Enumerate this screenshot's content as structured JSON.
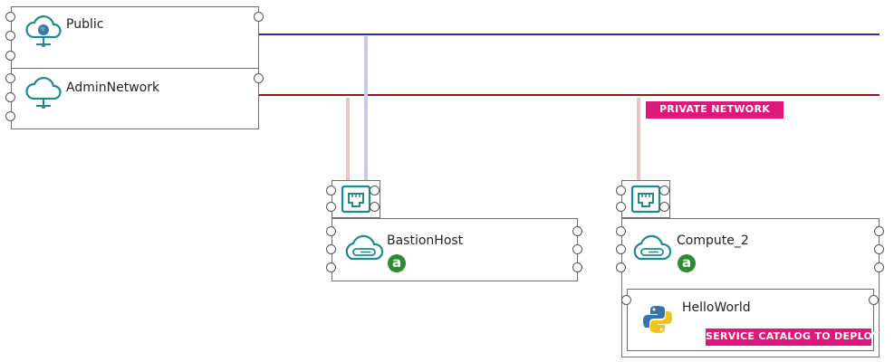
{
  "networks": {
    "public": {
      "label": "Public",
      "color": "#2b2c9e",
      "link_color": "#c9c9e9"
    },
    "admin": {
      "label": "AdminNetwork",
      "color": "#8b1a1a",
      "link_color": "#e9c4c4"
    }
  },
  "tags": {
    "private_network": "PRIVATE NETWORK",
    "service_catalog": "SERVICE CATALOG TO DEPLOY"
  },
  "computes": {
    "bastion": {
      "label": "BastionHost",
      "badge": "a"
    },
    "compute2": {
      "label": "Compute_2",
      "badge": "a"
    }
  },
  "software": {
    "helloworld": {
      "label": "HelloWorld"
    }
  },
  "icons": {
    "network": "cloud-network-icon",
    "public_network": "globe-cloud-icon",
    "compute": "cloud-compute-icon",
    "port": "ethernet-port-icon",
    "software": "python-icon"
  },
  "colors": {
    "accent_tag": "#e0177a",
    "icon_teal": "#1f8a8a",
    "badge_green": "#2e8b2e"
  }
}
